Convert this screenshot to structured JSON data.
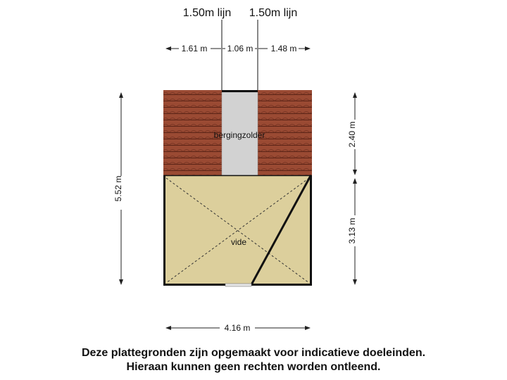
{
  "floorplan": {
    "lines": [
      "1.50m lijn",
      "1.50m lijn"
    ],
    "top_dims": [
      "1.61 m",
      "1.06 m",
      "1.48 m"
    ],
    "left_dim": "5.52 m",
    "right_dims": [
      "2.40 m",
      "3.13 m"
    ],
    "bottom_dim": "4.16 m",
    "rooms": {
      "upper": "bergingzolder",
      "lower": "vide"
    },
    "colors": {
      "roof_tile": "#9a4a33",
      "roof_line": "#5a2316",
      "floor": "#dccf9c",
      "attic_strip": "#d2d2d2",
      "wall": "#111111"
    }
  },
  "disclaimer": {
    "line1": "Deze plattegronden zijn opgemaakt voor indicatieve doeleinden.",
    "line2": "Hieraan kunnen geen rechten worden ontleend."
  }
}
